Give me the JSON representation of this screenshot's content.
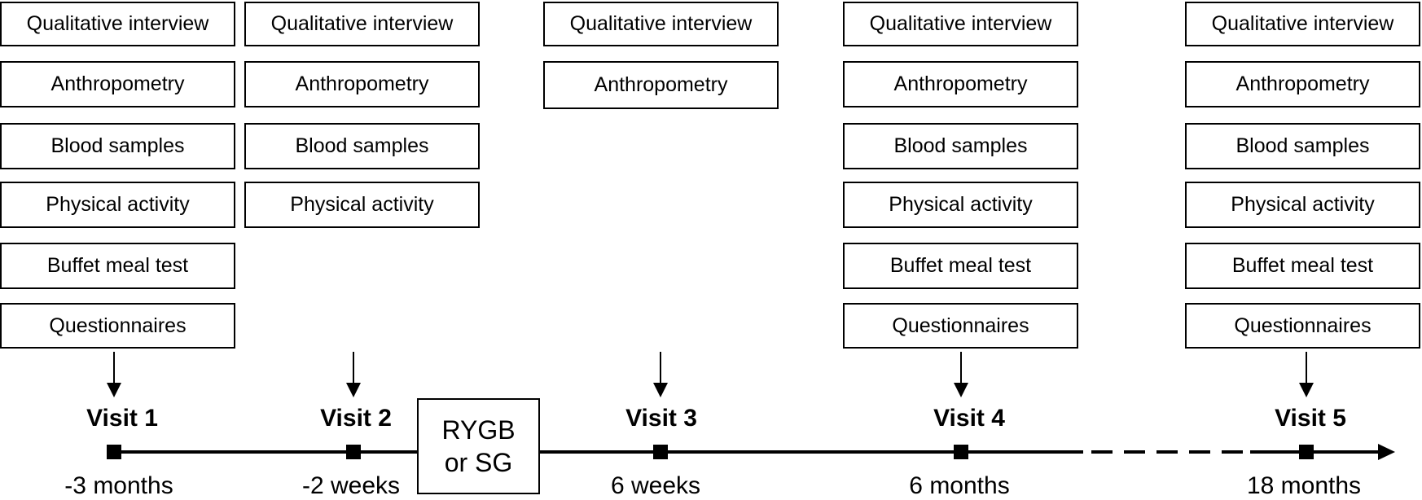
{
  "columns": [
    {
      "visit": "Visit 1",
      "time": "-3 months",
      "items": [
        "Qualitative  interview",
        "Anthropometry",
        "Blood samples",
        "Physical activity",
        "Buffet meal test",
        "Questionnaires"
      ]
    },
    {
      "visit": "Visit 2",
      "time": "-2 weeks",
      "items": [
        "Qualitative  interview",
        "Anthropometry",
        "Blood samples",
        "Physical activity"
      ]
    },
    {
      "visit": "Visit 3",
      "time": "6 weeks",
      "items": [
        "Qualitative  interview",
        "Anthropometry"
      ]
    },
    {
      "visit": "Visit 4",
      "time": "6 months",
      "items": [
        "Qualitative  interview",
        "Anthropometry",
        "Blood samples",
        "Physical activity",
        "Buffet meal test",
        "Questionnaires"
      ]
    },
    {
      "visit": "Visit 5",
      "time": "18 months",
      "items": [
        "Qualitative  interview",
        "Anthropometry",
        "Blood samples",
        "Physical activity",
        "Buffet meal test",
        "Questionnaires"
      ]
    }
  ],
  "surgery": {
    "line1": "RYGB",
    "line2": "or SG"
  }
}
